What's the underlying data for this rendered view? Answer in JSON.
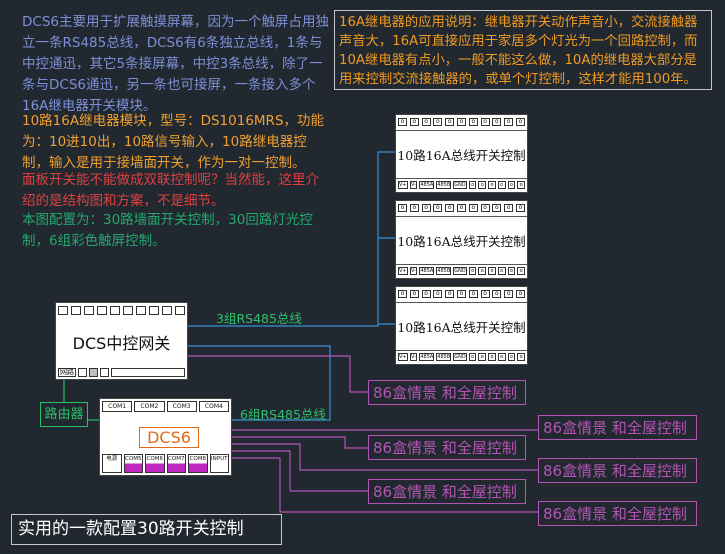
{
  "intro_text": "DCS6主要用于扩展触摸屏幕，因为一个触屏占用独立一条RS485总线，DCS6有6条独立总线，1条与中控通迅，其它5条接屏幕，中控3条总线，除了一条与DCS6通迅，另一条也可接屏，一条接入多个16A继电器开关模块。",
  "module_text": "10路16A继电器模块，型号：DS1016MRS，功能为：10进10出，10路信号输入，10路继电器控制，输入是用于接墙面开关，作为一对一控制。",
  "panel_text": "面板开关能不能做成双联控制呢？当然能，这里介绍的是结构图和方案，不是细节。",
  "config_text": "本图配置为：30路墙面开关控制，30回路灯光控制，6组彩色触屏控制。",
  "app_note": "16A继电器的应用说明：继电器开关动作声音小，交流接触器声音大，16A可直接应用于家居多个灯光为一个回路控制，而10A继电器有点小，一般不能这么做，10A的继电器大部分是用来控制交流接触器的，或单个灯控制，这样才能用100年。",
  "relay_modules": [
    {
      "label": "10路16A总线开关控制"
    },
    {
      "label": "10路16A总线开关控制"
    },
    {
      "label": "10路16A总线开关控制"
    }
  ],
  "relay_terminal_labels": [
    "V+",
    "V-",
    "485A",
    "485B",
    "GND"
  ],
  "gateway": {
    "label": "DCS中控网关",
    "port_label": "网路"
  },
  "router": {
    "label": "路由器"
  },
  "dcs6": {
    "label": "DCS6",
    "com_ports": [
      "COM1",
      "COM2",
      "COM3",
      "COM4"
    ],
    "bottom_ports": [
      "电源",
      "COM5",
      "COM6",
      "COM7",
      "COM8",
      "INPUT"
    ]
  },
  "bus_labels": {
    "gateway_bus": "3组RS485总线",
    "dcs6_bus": "6组RS485总线"
  },
  "scene_box_label": "86盒情景 和全屋控制",
  "scene_boxes": [
    {
      "label": "86盒情景 和全屋控制"
    },
    {
      "label": "86盒情景 和全屋控制"
    },
    {
      "label": "86盒情景 和全屋控制"
    },
    {
      "label": "86盒情景 和全屋控制"
    },
    {
      "label": "86盒情景 和全屋控制"
    },
    {
      "label": "86盒情景 和全屋控制"
    }
  ],
  "footer": "实用的一款配置30路开关控制",
  "colors": {
    "background": "#212830",
    "intro": "#7d8fd6",
    "module": "#f0a030",
    "panel": "#e04040",
    "config": "#23a86d",
    "bus_blue": "#3a8fd6",
    "bus_purple": "#b255b2",
    "router_green": "#2bbf6a",
    "dcs6_orange": "#e06a1a"
  }
}
